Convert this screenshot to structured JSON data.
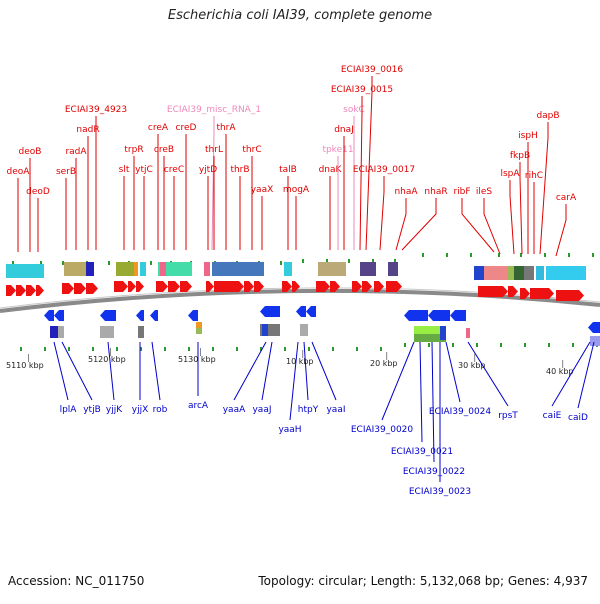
{
  "title": "Escherichia coli IAI39, complete genome",
  "footer": {
    "accession": "Accession: NC_011750",
    "summary": "Topology: circular; Length: 5,132,068 bp; Genes: 4,937"
  },
  "ruler": [
    "5110 kbp",
    "5120 kbp",
    "5130 kbp",
    "10 kbp",
    "20 kbp",
    "30 kbp",
    "40 kbp"
  ],
  "genes_top": [
    {
      "name": "deoA",
      "color": "#e00000"
    },
    {
      "name": "deoB",
      "color": "#e00000"
    },
    {
      "name": "deoD",
      "color": "#e00000"
    },
    {
      "name": "serB",
      "color": "#e00000"
    },
    {
      "name": "radA",
      "color": "#e00000"
    },
    {
      "name": "ECIAI39_4923",
      "color": "#e00000"
    },
    {
      "name": "nadR",
      "color": "#e00000"
    },
    {
      "name": "slt",
      "color": "#e00000"
    },
    {
      "name": "trpR",
      "color": "#e00000"
    },
    {
      "name": "ytjC",
      "color": "#e00000"
    },
    {
      "name": "creA",
      "color": "#e00000"
    },
    {
      "name": "creB",
      "color": "#e00000"
    },
    {
      "name": "creC",
      "color": "#e00000"
    },
    {
      "name": "creD",
      "color": "#e00000"
    },
    {
      "name": "ECIAI39_misc_RNA_1",
      "color": "#ee88bb"
    },
    {
      "name": "yjtD",
      "color": "#e00000"
    },
    {
      "name": "thrL",
      "color": "#e00000"
    },
    {
      "name": "thrA",
      "color": "#e00000"
    },
    {
      "name": "thrB",
      "color": "#e00000"
    },
    {
      "name": "thrC",
      "color": "#e00000"
    },
    {
      "name": "yaaX",
      "color": "#e00000"
    },
    {
      "name": "talB",
      "color": "#e00000"
    },
    {
      "name": "mogA",
      "color": "#e00000"
    },
    {
      "name": "dnaK",
      "color": "#e00000"
    },
    {
      "name": "tpke11",
      "color": "#ee88bb"
    },
    {
      "name": "dnaJ",
      "color": "#e00000"
    },
    {
      "name": "sokC",
      "color": "#ee88bb"
    },
    {
      "name": "ECIAI39_0015",
      "color": "#e00000"
    },
    {
      "name": "ECIAI39_0016",
      "color": "#e00000"
    },
    {
      "name": "ECIAI39_0017",
      "color": "#e00000"
    },
    {
      "name": "nhaA",
      "color": "#e00000"
    },
    {
      "name": "nhaR",
      "color": "#e00000"
    },
    {
      "name": "ribF",
      "color": "#e00000"
    },
    {
      "name": "ileS",
      "color": "#e00000"
    },
    {
      "name": "lspA",
      "color": "#e00000"
    },
    {
      "name": "fkpB",
      "color": "#e00000"
    },
    {
      "name": "ispH",
      "color": "#e00000"
    },
    {
      "name": "rihC",
      "color": "#e00000"
    },
    {
      "name": "dapB",
      "color": "#e00000"
    },
    {
      "name": "carA",
      "color": "#e00000"
    }
  ],
  "genes_bottom": [
    {
      "name": "lplA",
      "color": "#0000cc"
    },
    {
      "name": "ytjB",
      "color": "#0000cc"
    },
    {
      "name": "yjjK",
      "color": "#0000cc"
    },
    {
      "name": "yjjX",
      "color": "#0000cc"
    },
    {
      "name": "rob",
      "color": "#0000cc"
    },
    {
      "name": "arcA",
      "color": "#0000cc"
    },
    {
      "name": "yaaA",
      "color": "#0000cc"
    },
    {
      "name": "yaaJ",
      "color": "#0000cc"
    },
    {
      "name": "yaaH",
      "color": "#0000cc"
    },
    {
      "name": "htpY",
      "color": "#0000cc"
    },
    {
      "name": "yaaI",
      "color": "#0000cc"
    },
    {
      "name": "ECIAI39_0020",
      "color": "#0000cc"
    },
    {
      "name": "ECIAI39_0021",
      "color": "#0000cc"
    },
    {
      "name": "ECIAI39_0022",
      "color": "#0000cc"
    },
    {
      "name": "ECIAI39_0023",
      "color": "#0000cc"
    },
    {
      "name": "ECIAI39_0024",
      "color": "#0000cc"
    },
    {
      "name": "rpsT",
      "color": "#0000cc"
    },
    {
      "name": "caiE",
      "color": "#0000cc"
    },
    {
      "name": "caiD",
      "color": "#0000cc"
    }
  ]
}
